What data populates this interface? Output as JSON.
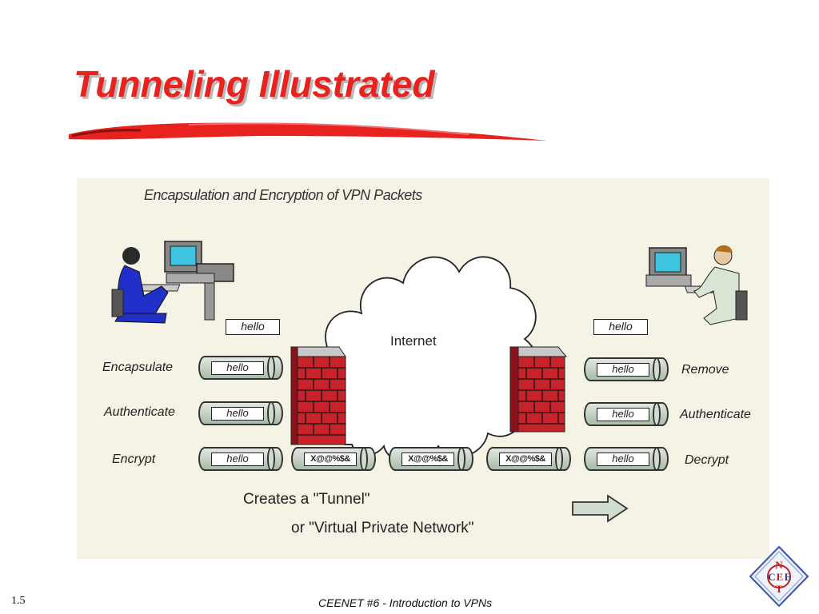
{
  "slide": {
    "title": "Tunneling Illustrated",
    "number": "1.5",
    "footer": "CEENET #6 - Introduction to VPNs"
  },
  "diagram": {
    "caption": "Encapsulation and Encryption of VPN Packets",
    "cloud_label": "Internet",
    "left_steps": [
      "Encapsulate",
      "Authenticate",
      "Encrypt"
    ],
    "right_steps": [
      "Remove",
      "Authenticate",
      "Decrypt"
    ],
    "message": "hello",
    "encrypted": "X@@%$&",
    "tunnel_line1": "Creates a \"Tunnel\"",
    "tunnel_line2": "or \"Virtual Private Network\""
  },
  "logo": {
    "letters": [
      "N",
      "C",
      "E",
      "E",
      "T"
    ]
  },
  "colors": {
    "title": "#e8221f",
    "panel": "#f5f2e6",
    "brick": "#c8222a",
    "pipe": "#c4d2c4"
  }
}
